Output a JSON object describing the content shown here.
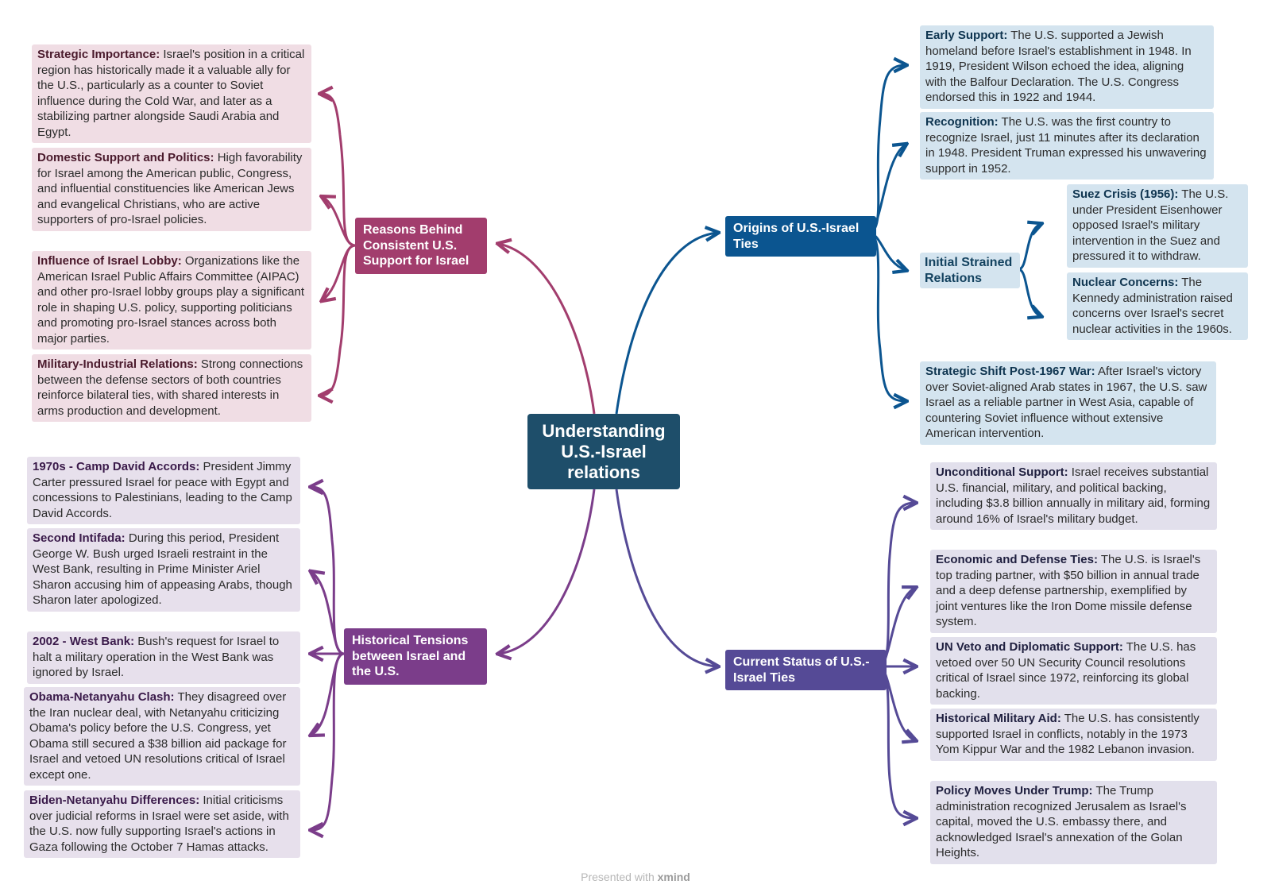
{
  "central": "Understanding U.S.-Israel relations",
  "footer": {
    "prefix": "Presented with",
    "brand": "xmind"
  },
  "colors": {
    "reasons": "#a23d6d",
    "origins": "#0b5590",
    "tensions": "#7b3d8a",
    "current": "#554a96",
    "central": "#1e4e6a"
  },
  "reasons": {
    "title": "Reasons Behind Consistent U.S. Support for Israel",
    "items": [
      {
        "head": "Strategic Importance:",
        "text": " Israel's position in a critical region has historically made it a valuable ally for the U.S., particularly as a counter to Soviet influence during the Cold War, and later as a stabilizing partner alongside Saudi Arabia and Egypt."
      },
      {
        "head": "Domestic Support and Politics:",
        "text": " High favorability for Israel among the American public, Congress, and influential constituencies like American Jews and evangelical Christians, who are active supporters of pro-Israel policies."
      },
      {
        "head": "Influence of Israel Lobby:",
        "text": " Organizations like the American Israel Public Affairs Committee (AIPAC) and other pro-Israel lobby groups play a significant role in shaping U.S. policy, supporting politicians and promoting pro-Israel stances across both major parties."
      },
      {
        "head": "Military-Industrial Relations:",
        "text": " Strong connections between the defense sectors of both countries reinforce bilateral ties, with shared interests in arms production and development."
      }
    ]
  },
  "origins": {
    "title": "Origins of U.S.-Israel Ties",
    "early": {
      "head": "Early Support:",
      "text": " The U.S. supported a Jewish homeland before Israel's establishment in 1948. In 1919, President Wilson echoed the idea, aligning with the Balfour Declaration. The U.S. Congress endorsed this in 1922 and 1944."
    },
    "recognition": {
      "head": "Recognition:",
      "text": " The U.S. was the first country to recognize Israel, just 11 minutes after its declaration in 1948. President Truman expressed his unwavering support in 1952."
    },
    "strained": {
      "title": "Initial Strained Relations",
      "items": [
        {
          "head": "Suez Crisis (1956):",
          "text": " The U.S. under President Eisenhower opposed Israel's military intervention in the Suez and pressured it to withdraw."
        },
        {
          "head": "Nuclear Concerns:",
          "text": " The Kennedy administration raised concerns over Israel's secret nuclear activities in the 1960s."
        }
      ]
    },
    "shift": {
      "head": "Strategic Shift Post-1967 War:",
      "text": " After Israel's victory over Soviet-aligned Arab states in 1967, the U.S. saw Israel as a reliable partner in West Asia, capable of countering Soviet influence without extensive American intervention."
    }
  },
  "tensions": {
    "title": "Historical Tensions between Israel and the U.S.",
    "items": [
      {
        "head": "1970s - Camp David Accords:",
        "text": " President Jimmy Carter pressured Israel for peace with Egypt and concessions to Palestinians, leading to the Camp David Accords."
      },
      {
        "head": "Second Intifada:",
        "text": " During this period, President George W. Bush urged Israeli restraint in the West Bank, resulting in Prime Minister Ariel Sharon accusing him of appeasing Arabs, though Sharon later apologized."
      },
      {
        "head": "2002 - West Bank:",
        "text": " Bush's request for Israel to halt a military operation in the West Bank was ignored by Israel."
      },
      {
        "head": "Obama-Netanyahu Clash:",
        "text": " They disagreed over the Iran nuclear deal, with Netanyahu criticizing Obama's policy before the U.S. Congress, yet Obama still secured a $38 billion aid package for Israel and vetoed UN resolutions critical of Israel except one."
      },
      {
        "head": "Biden-Netanyahu Differences:",
        "text": " Initial criticisms over judicial reforms in Israel were set aside, with the U.S. now fully supporting Israel's actions in Gaza following the October 7 Hamas attacks."
      }
    ]
  },
  "current": {
    "title": "Current Status of U.S.-Israel Ties",
    "items": [
      {
        "head": "Unconditional Support:",
        "text": " Israel receives substantial U.S. financial, military, and political backing, including $3.8 billion annually in military aid, forming around 16% of Israel's military budget."
      },
      {
        "head": "Economic and Defense Ties:",
        "text": " The U.S. is Israel's top trading partner, with $50 billion in annual trade and a deep defense partnership, exemplified by joint ventures like the Iron Dome missile defense system."
      },
      {
        "head": "UN Veto and Diplomatic Support:",
        "text": " The U.S. has vetoed over 50 UN Security Council resolutions critical of Israel since 1972, reinforcing its global backing."
      },
      {
        "head": "Historical Military Aid:",
        "text": " The U.S. has consistently supported Israel in conflicts, notably in the 1973 Yom Kippur War and the 1982 Lebanon invasion."
      },
      {
        "head": "Policy Moves Under Trump:",
        "text": " The Trump administration recognized Jerusalem as Israel's capital, moved the U.S. embassy there, and acknowledged Israel's annexation of the Golan Heights."
      }
    ]
  }
}
